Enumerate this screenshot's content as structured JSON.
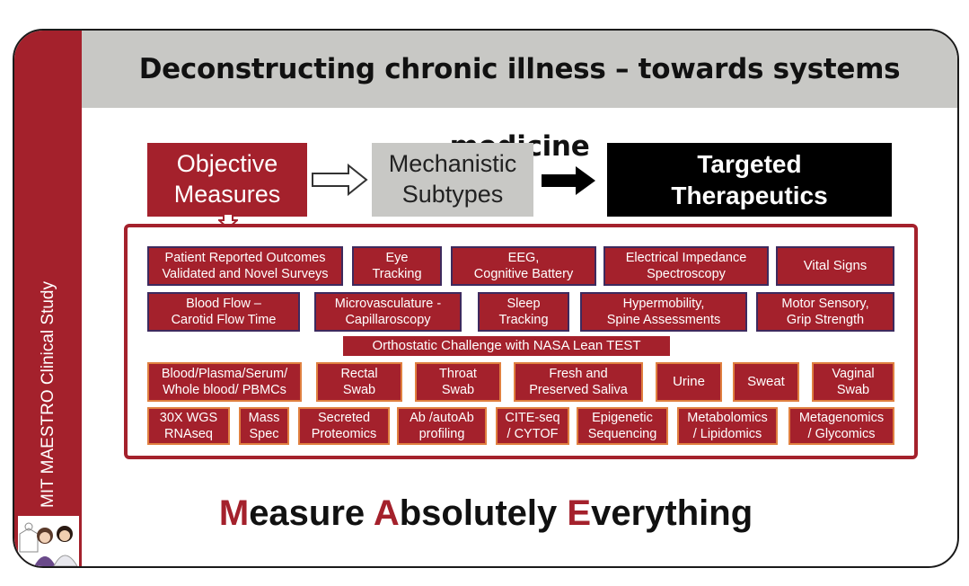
{
  "sidebar": {
    "label": "MIT MAESTRO Clinical Study"
  },
  "title": "Deconstructing chronic illness – towards systems medicine",
  "flow": {
    "objective": "Objective\nMeasures",
    "mechanistic": "Mechanistic\nSubtypes",
    "targeted": "Targeted\nTherapeutics"
  },
  "measures": {
    "row1": [
      "Patient Reported Outcomes\nValidated and Novel Surveys",
      "Eye\nTracking",
      "EEG,\nCognitive Battery",
      "Electrical Impedance\nSpectroscopy",
      "Vital Signs"
    ],
    "row2": [
      "Blood Flow –\nCarotid Flow Time",
      "Microvasculature -\nCapillaroscopy",
      "Sleep\nTracking",
      "Hypermobility,\nSpine Assessments",
      "Motor Sensory,\nGrip Strength"
    ],
    "row3": [
      "Orthostatic Challenge with NASA Lean TEST"
    ],
    "row4": [
      "Blood/Plasma/Serum/\nWhole blood/ PBMCs",
      "Rectal\nSwab",
      "Throat\nSwab",
      "Fresh and\nPreserved Saliva",
      "Urine",
      "Sweat",
      "Vaginal\nSwab"
    ],
    "row5": [
      "30X WGS\nRNAseq",
      "Mass\nSpec",
      "Secreted\nProteomics",
      "Ab /autoAb\nprofiling",
      "CITE-seq\n/ CYTOF",
      "Epigenetic\nSequencing",
      "Metabolomics\n/ Lipidomics",
      "Metagenomics\n/ Glycomics"
    ]
  },
  "tagline": {
    "m_initial": "M",
    "m_rest": "easure ",
    "a_initial": "A",
    "a_rest": "bsolutely ",
    "e_initial": "E",
    "e_rest": "verything"
  },
  "colors": {
    "accent": "#a4212c",
    "title_bg": "#c8c8c5",
    "dark": "#000000"
  }
}
